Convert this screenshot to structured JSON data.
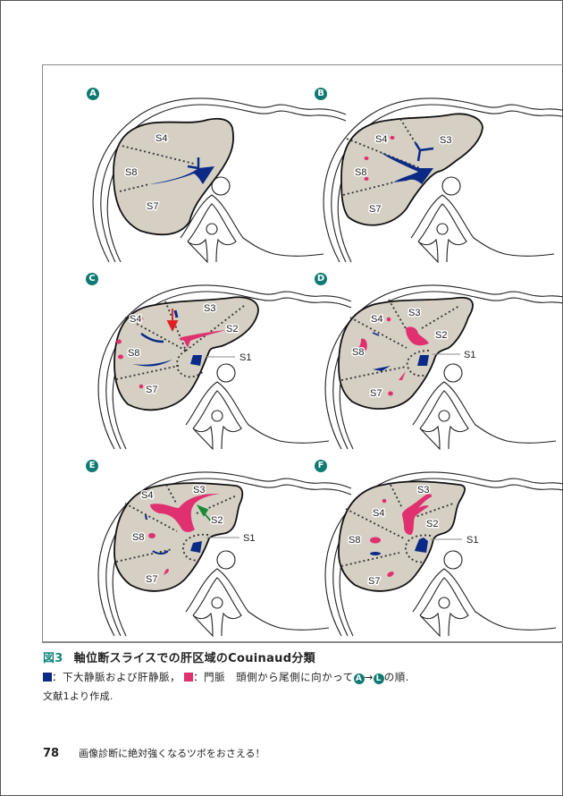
{
  "figure": {
    "panels": [
      {
        "id": "A",
        "badge": "A",
        "labels": {
          "S4": "S4",
          "S8": "S8",
          "S7": "S7"
        }
      },
      {
        "id": "B",
        "badge": "B",
        "labels": {
          "S4": "S4",
          "S3": "S3",
          "S8": "S8",
          "S7": "S7"
        }
      },
      {
        "id": "C",
        "badge": "C",
        "labels": {
          "S4": "S4",
          "S3": "S3",
          "S2": "S2",
          "S8": "S8",
          "S7": "S7",
          "S1": "S1"
        },
        "arrow": "red-down"
      },
      {
        "id": "D",
        "badge": "D",
        "labels": {
          "S4": "S4",
          "S3": "S3",
          "S2": "S2",
          "S8": "S8",
          "S7": "S7",
          "S1": "S1"
        }
      },
      {
        "id": "E",
        "badge": "E",
        "labels": {
          "S4": "S4",
          "S3": "S3",
          "S2": "S2",
          "S8": "S8",
          "S7": "S7",
          "S1": "S1"
        },
        "arrow": "green-up-left"
      },
      {
        "id": "F",
        "badge": "F",
        "labels": {
          "S4": "S4",
          "S3": "S3",
          "S2": "S2",
          "S8": "S8",
          "S7": "S7",
          "S1": "S1"
        }
      }
    ],
    "colors": {
      "liver": "#d5cfc4",
      "hepatic_vein": "#0a2a86",
      "portal_vein": "#e0306f",
      "badge": "#0f7a73",
      "red_arrow": "#e02020",
      "green_arrow": "#1a8a3a"
    }
  },
  "caption": {
    "fig_no": "図3",
    "title": "軸位断スライスでの肝区域のCouinaud分類",
    "legend_navy": "：下大静脈および肝静脈，",
    "legend_pink": "：門脈　頭側から尾側に向かって",
    "legend_from": "A",
    "legend_arrow": "→",
    "legend_to": "L",
    "legend_end": "の順.",
    "source": "文献1より作成."
  },
  "footer": {
    "page_number": "78",
    "running_title": "画像診断に絶対強くなるツボをおさえる！"
  }
}
